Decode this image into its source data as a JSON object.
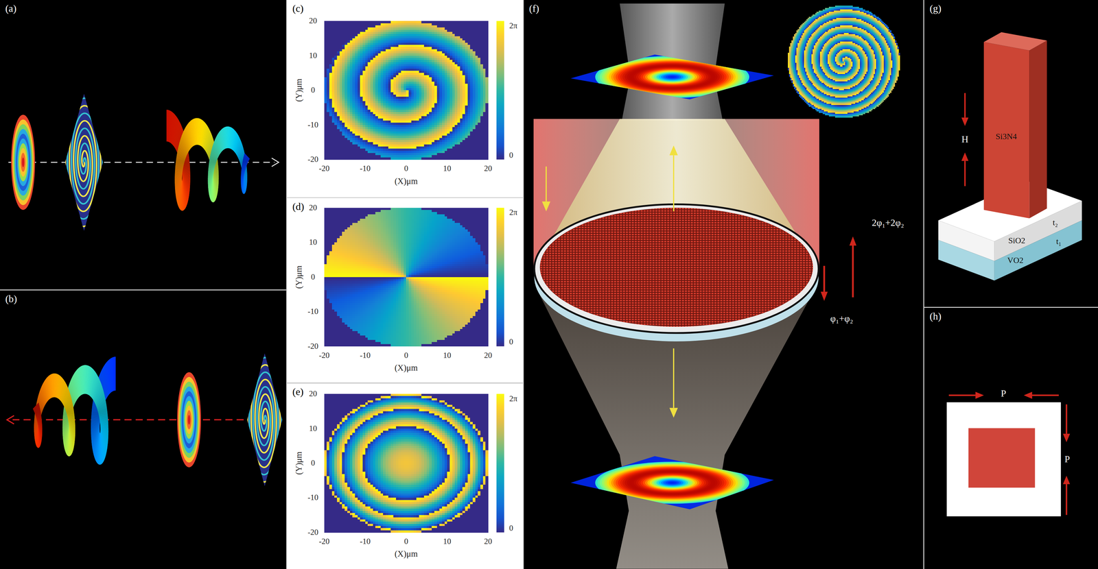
{
  "diagram": {
    "nodes": [
      {
        "text": [
          "(a)"
        ]
      },
      {
        "text": [
          "(b)"
        ]
      },
      {
        "text": [
          "(c)"
        ]
      },
      {
        "text": [
          "(d)"
        ]
      },
      {
        "text": [
          "(e)"
        ]
      },
      {
        "text": [
          "(f)"
        ]
      },
      {
        "text": [
          "(g)"
        ]
      },
      {
        "text": [
          "(h)"
        ]
      }
    ],
    "labels": [
      "20",
      "10",
      "0",
      "-10",
      "-20",
      "-20",
      "-10",
      "0",
      "10",
      "20",
      "(Y)μm",
      "(X)μm",
      "2π",
      "0",
      "20",
      "10",
      "0",
      "-10",
      "-20",
      "-20",
      "-10",
      "0",
      "10",
      "20",
      "(Y)μm",
      "(X)μm",
      "2π",
      "0",
      "20",
      "10",
      "0",
      "-10",
      "-20",
      "-20",
      "-10",
      "0",
      "10",
      "20",
      "(Y)μm",
      "(X)μm",
      "2π",
      "0",
      "2φ₁+2φ₂",
      "φ₁+φ₂",
      "H",
      "Si3N4",
      "t₂",
      "SiO2",
      "t₁",
      "VO2",
      "P",
      "P"
    ]
  }
}
